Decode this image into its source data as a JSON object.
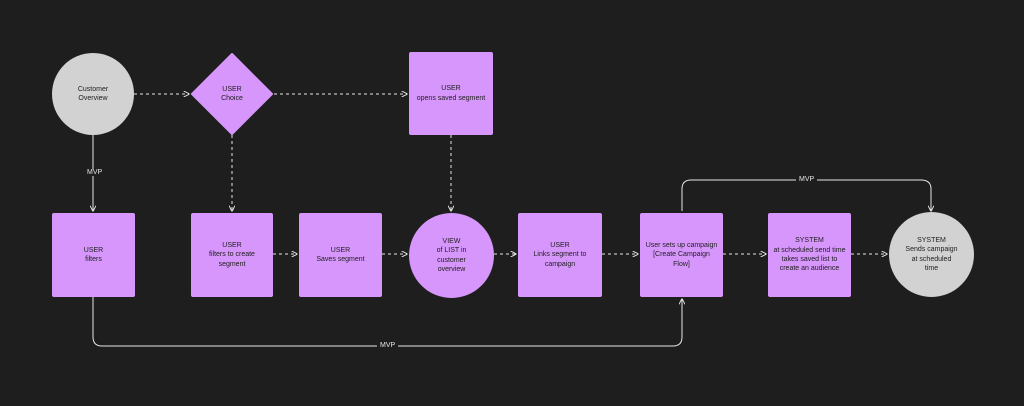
{
  "nodes": {
    "customer_overview": [
      "Customer",
      "Overview"
    ],
    "user_choice": [
      "USER",
      "Choice"
    ],
    "open_saved_segment": [
      "USER",
      "opens saved segment"
    ],
    "user_filters": [
      "USER",
      "filters"
    ],
    "filters_create_segment": [
      "USER",
      "filters to create",
      "segment"
    ],
    "saves_segment": [
      "USER",
      "Saves segment"
    ],
    "view_list": [
      "VIEW",
      "of LIST in",
      "customer",
      "overview"
    ],
    "links_segment": [
      "USER",
      "Links segment to",
      "campaign"
    ],
    "sets_up_campaign": [
      "User sets up campaign",
      "[Create Campaign",
      "Flow]"
    ],
    "system_scheduled": [
      "SYSTEM",
      "at scheduled send time",
      "takes saved list to",
      "create an audience"
    ],
    "system_sends": [
      "SYSTEM",
      "Sends campaign",
      "at scheduled",
      "time"
    ]
  },
  "edge_labels": {
    "mvp_left": "MVP",
    "mvp_top": "MVP",
    "mvp_bottom": "MVP"
  },
  "colors": {
    "background": "#1e1e1e",
    "purple_node": "#d796fb",
    "gray_node": "#d2d2d2",
    "connector": "#e6e6e6"
  }
}
